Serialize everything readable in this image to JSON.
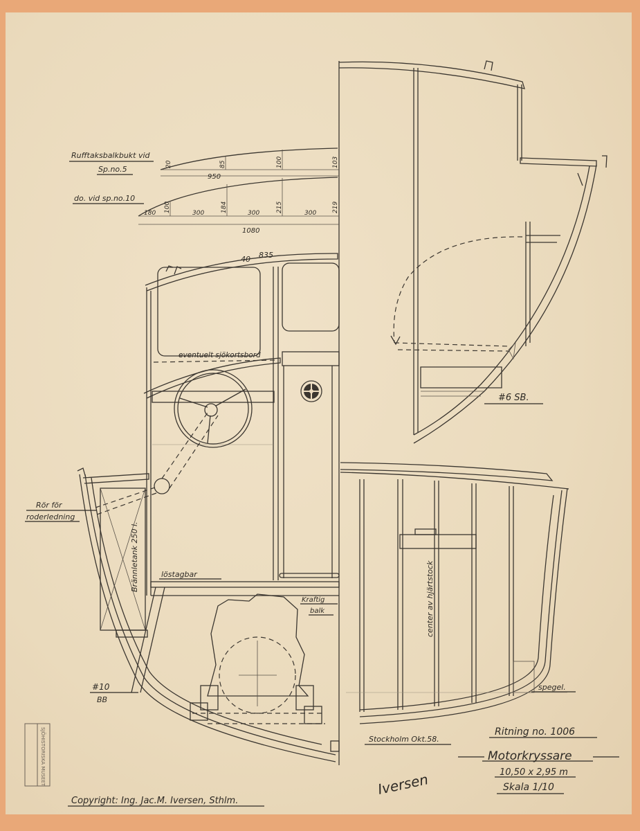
{
  "drawing": {
    "roof_beam_label_line1": "Rufftaksbalkbukt vid",
    "roof_beam_label_line2": "Sp.no.5",
    "roof_beam_label_2": "do. vid sp.no.10",
    "dims_sp5": {
      "offset_20": "20",
      "h1": "85",
      "h2": "100",
      "h3": "103",
      "total": "950"
    },
    "dims_sp10": {
      "h0": "100",
      "h1": "184",
      "h2": "215",
      "h3": "219",
      "seg0": "180",
      "seg1": "300",
      "seg2": "300",
      "seg3": "300",
      "total": "1080"
    },
    "roof_dims": {
      "rise": "40",
      "span": "835"
    },
    "chart_table_label": "eventuelt sjökortsbord",
    "frame_6_label": "#6  SB.",
    "rudder_pipe_label_line1": "Rör för",
    "rudder_pipe_label_line2": "roderledning",
    "fuel_tank_label": "Brännletank 250 l.",
    "removable_label": "löstagbar",
    "beam_label_line1": "Kraftig",
    "beam_label_line2": "balk",
    "center_label": "center av hjärtstock",
    "transom_label": "spegel.",
    "frame_10_label_line1": "#10",
    "frame_10_label_line2": "BB"
  },
  "title_block": {
    "place_date": "Stockholm Okt.58.",
    "drawing_number": "Ritning no. 1006",
    "title": "Motorkryssare",
    "dimensions": "10,50 x 2,95 m",
    "scale": "Skala 1/10",
    "signature": "Iversen"
  },
  "copyright": "Copyright: Ing. Jac.M. Iversen, Sthlm.",
  "stamp": "SJÖHISTORISKA MUSEET",
  "colors": {
    "paper": "#eddcc0",
    "border": "#e9a878",
    "ink": "#3b3630"
  }
}
